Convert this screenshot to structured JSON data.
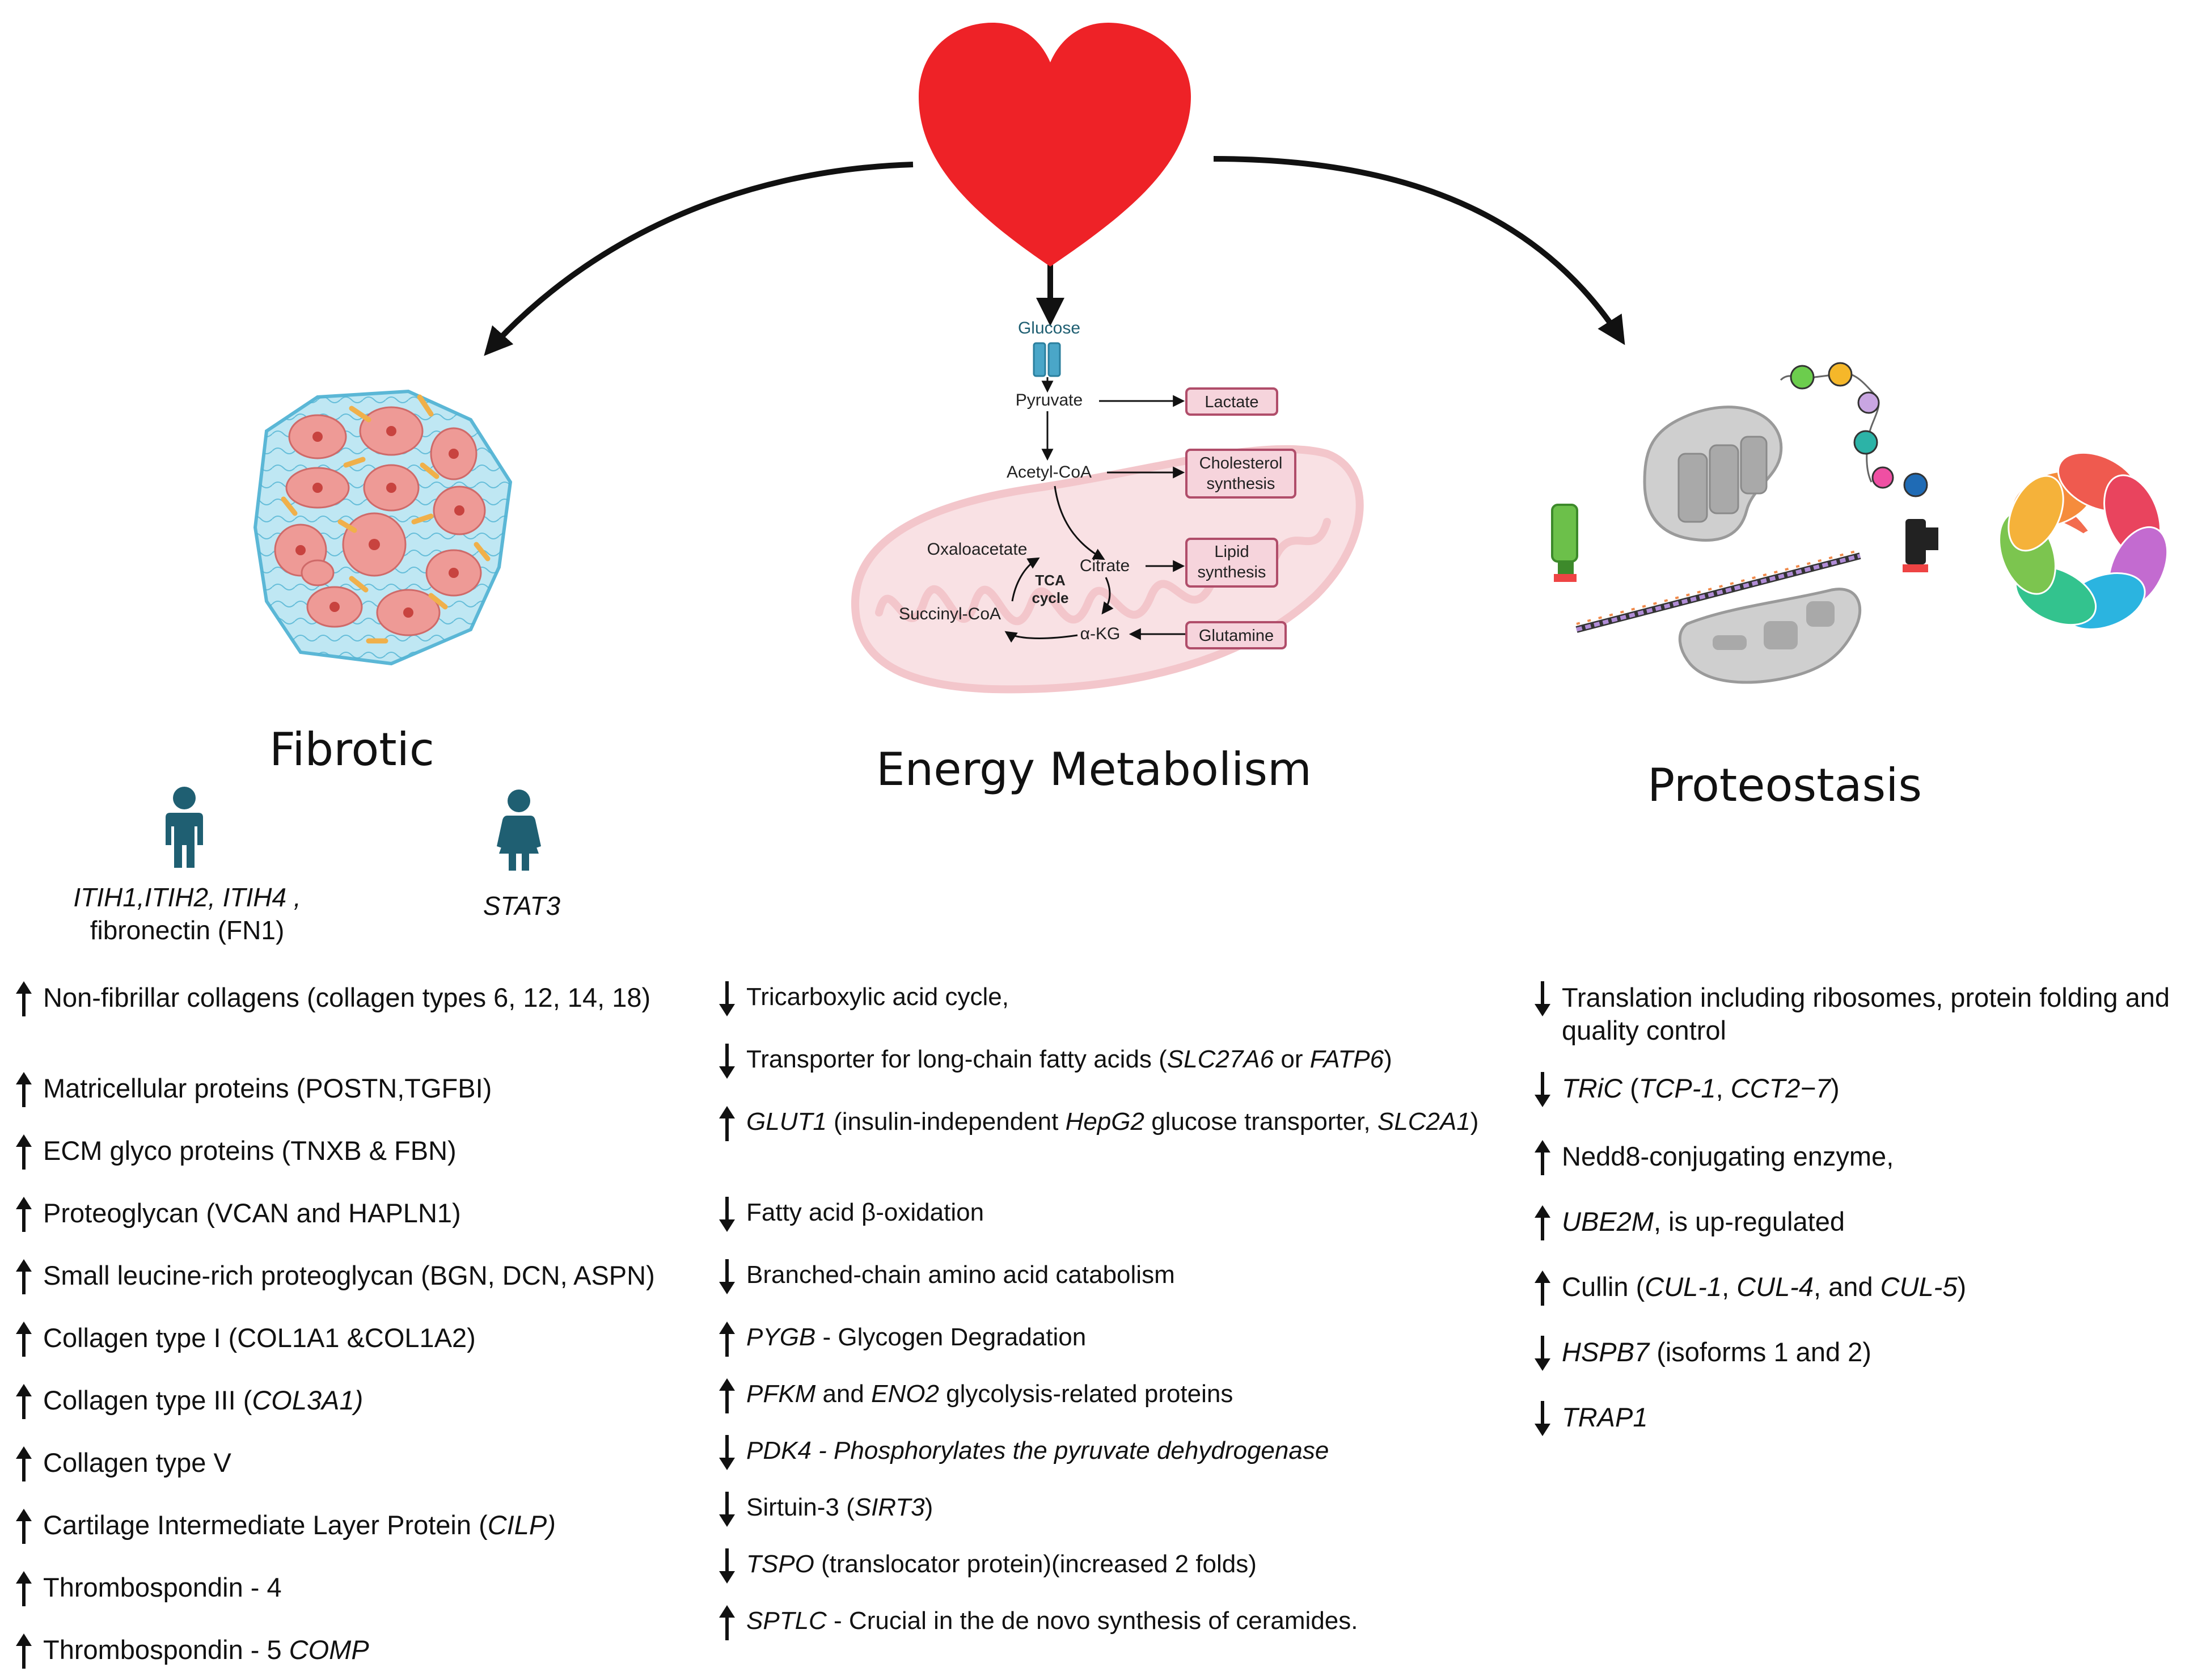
{
  "sections": {
    "fibrotic": {
      "title": "Fibrotic",
      "male_genes": [
        "ITIH1,ITIH2, ITIH4 ,",
        "fibronectin (FN1)"
      ],
      "female_genes": "STAT3",
      "items": [
        {
          "dir": "up",
          "segs": [
            [
              "Non-fibrillar collagens (collagen types 6, 12, 14, 18)",
              false
            ]
          ]
        },
        {
          "dir": "up",
          "segs": [
            [
              "Matricellular proteins (POSTN,TGFBI)",
              false
            ]
          ]
        },
        {
          "dir": "up",
          "segs": [
            [
              "ECM glyco proteins (TNXB & FBN)",
              false
            ]
          ]
        },
        {
          "dir": "up",
          "segs": [
            [
              "Proteoglycan (VCAN and HAPLN1)",
              false
            ]
          ]
        },
        {
          "dir": "up",
          "segs": [
            [
              "Small leucine-rich proteoglycan (BGN, DCN, ASPN)",
              false
            ]
          ]
        },
        {
          "dir": "up",
          "segs": [
            [
              "Collagen type I (COL1A1 &COL1A2)",
              false
            ]
          ]
        },
        {
          "dir": "up",
          "segs": [
            [
              "Collagen type III (",
              false
            ],
            [
              "COL3A1)",
              true
            ]
          ]
        },
        {
          "dir": "up",
          "segs": [
            [
              "Collagen type V",
              false
            ]
          ]
        },
        {
          "dir": "up",
          "segs": [
            [
              "Cartilage Intermediate Layer Protein (",
              false
            ],
            [
              "CILP)",
              true
            ]
          ]
        },
        {
          "dir": "up",
          "segs": [
            [
              "Thrombospondin - 4",
              false
            ]
          ]
        },
        {
          "dir": "up",
          "segs": [
            [
              "Thrombospondin - 5 ",
              false
            ],
            [
              "COMP",
              true
            ]
          ]
        }
      ]
    },
    "energy": {
      "title": "Energy Metabolism",
      "items": [
        {
          "dir": "down",
          "segs": [
            [
              "Tricarboxylic acid cycle,",
              false
            ]
          ]
        },
        {
          "dir": "down",
          "segs": [
            [
              "Transporter for long-chain fatty acids (",
              false
            ],
            [
              "SLC27A6",
              true
            ],
            [
              " or ",
              false
            ],
            [
              "FATP6",
              true
            ],
            [
              ")",
              false
            ]
          ]
        },
        {
          "dir": "up",
          "segs": [
            [
              "GLUT1",
              true
            ],
            [
              " (insulin-independent ",
              false
            ],
            [
              "HepG2",
              true
            ],
            [
              " glucose transporter, ",
              false
            ],
            [
              "SLC2A1",
              true
            ],
            [
              ")",
              false
            ]
          ]
        },
        {
          "dir": "down",
          "segs": [
            [
              "Fatty acid β-oxidation",
              false
            ]
          ]
        },
        {
          "dir": "down",
          "segs": [
            [
              "Branched-chain amino acid catabolism",
              false
            ]
          ]
        },
        {
          "dir": "up",
          "segs": [
            [
              "PYGB",
              true
            ],
            [
              " - Glycogen Degradation",
              false
            ]
          ]
        },
        {
          "dir": "up",
          "segs": [
            [
              "PFKM",
              true
            ],
            [
              " and ",
              false
            ],
            [
              "ENO2",
              true
            ],
            [
              " glycolysis-related proteins",
              false
            ]
          ]
        },
        {
          "dir": "down",
          "segs": [
            [
              "PDK4 - Phosphorylates the pyruvate dehydrogenase",
              true
            ]
          ]
        },
        {
          "dir": "down",
          "segs": [
            [
              "Sirtuin-3 (",
              false
            ],
            [
              "SIRT3",
              true
            ],
            [
              ")",
              false
            ]
          ]
        },
        {
          "dir": "down",
          "segs": [
            [
              "TSPO",
              true
            ],
            [
              " (translocator protein)(increased  2 folds)",
              false
            ]
          ]
        },
        {
          "dir": "up",
          "segs": [
            [
              "SPTLC",
              true
            ],
            [
              " - Crucial in the de novo synthesis of ceramides.",
              false
            ]
          ]
        }
      ]
    },
    "proteostasis": {
      "title": "Proteostasis",
      "items": [
        {
          "dir": "down",
          "segs": [
            [
              "Translation including ribosomes, protein folding and quality control",
              false
            ]
          ]
        },
        {
          "dir": "down",
          "segs": [
            [
              "TRiC",
              true
            ],
            [
              " (",
              false
            ],
            [
              "TCP-1",
              true
            ],
            [
              ", ",
              false
            ],
            [
              "CCT2−7",
              true
            ],
            [
              ")",
              false
            ]
          ]
        },
        {
          "dir": "up",
          "segs": [
            [
              "Nedd8-conjugating enzyme,",
              false
            ]
          ]
        },
        {
          "dir": "up",
          "segs": [
            [
              "UBE2M",
              true
            ],
            [
              ", is up-regulated",
              false
            ]
          ]
        },
        {
          "dir": "up",
          "segs": [
            [
              "Cullin (",
              false
            ],
            [
              "CUL-1",
              true
            ],
            [
              ", ",
              false
            ],
            [
              "CUL-4",
              true
            ],
            [
              ", and ",
              false
            ],
            [
              "CUL-5",
              true
            ],
            [
              ")",
              false
            ]
          ]
        },
        {
          "dir": "down",
          "segs": [
            [
              " ",
              false
            ],
            [
              "HSPB7",
              true
            ],
            [
              " (isoforms 1 and 2)",
              false
            ]
          ]
        },
        {
          "dir": "down",
          "segs": [
            [
              "TRAP1",
              true
            ]
          ]
        }
      ]
    }
  },
  "pathway": {
    "glucose": "Glucose",
    "pyruvate": "Pyruvate",
    "acetyl_coa": "Acetyl-CoA",
    "oxaloacetate": "Oxaloacetate",
    "citrate": "Citrate",
    "succinyl_coa": "Succinyl-CoA",
    "akg": "α-KG",
    "tca_1": "TCA",
    "tca_2": "cycle",
    "lactate": "Lactate",
    "cholesterol_1": "Cholesterol",
    "cholesterol_2": "synthesis",
    "lipid_1": "Lipid",
    "lipid_2": "synthesis",
    "glutamine": "Glutamine"
  },
  "colors": {
    "heart": "#ee2227",
    "person": "#1f5f72",
    "box_fill": "#f6d4dc",
    "box_stroke": "#b04d6a",
    "mito": "#f3c6cb"
  }
}
